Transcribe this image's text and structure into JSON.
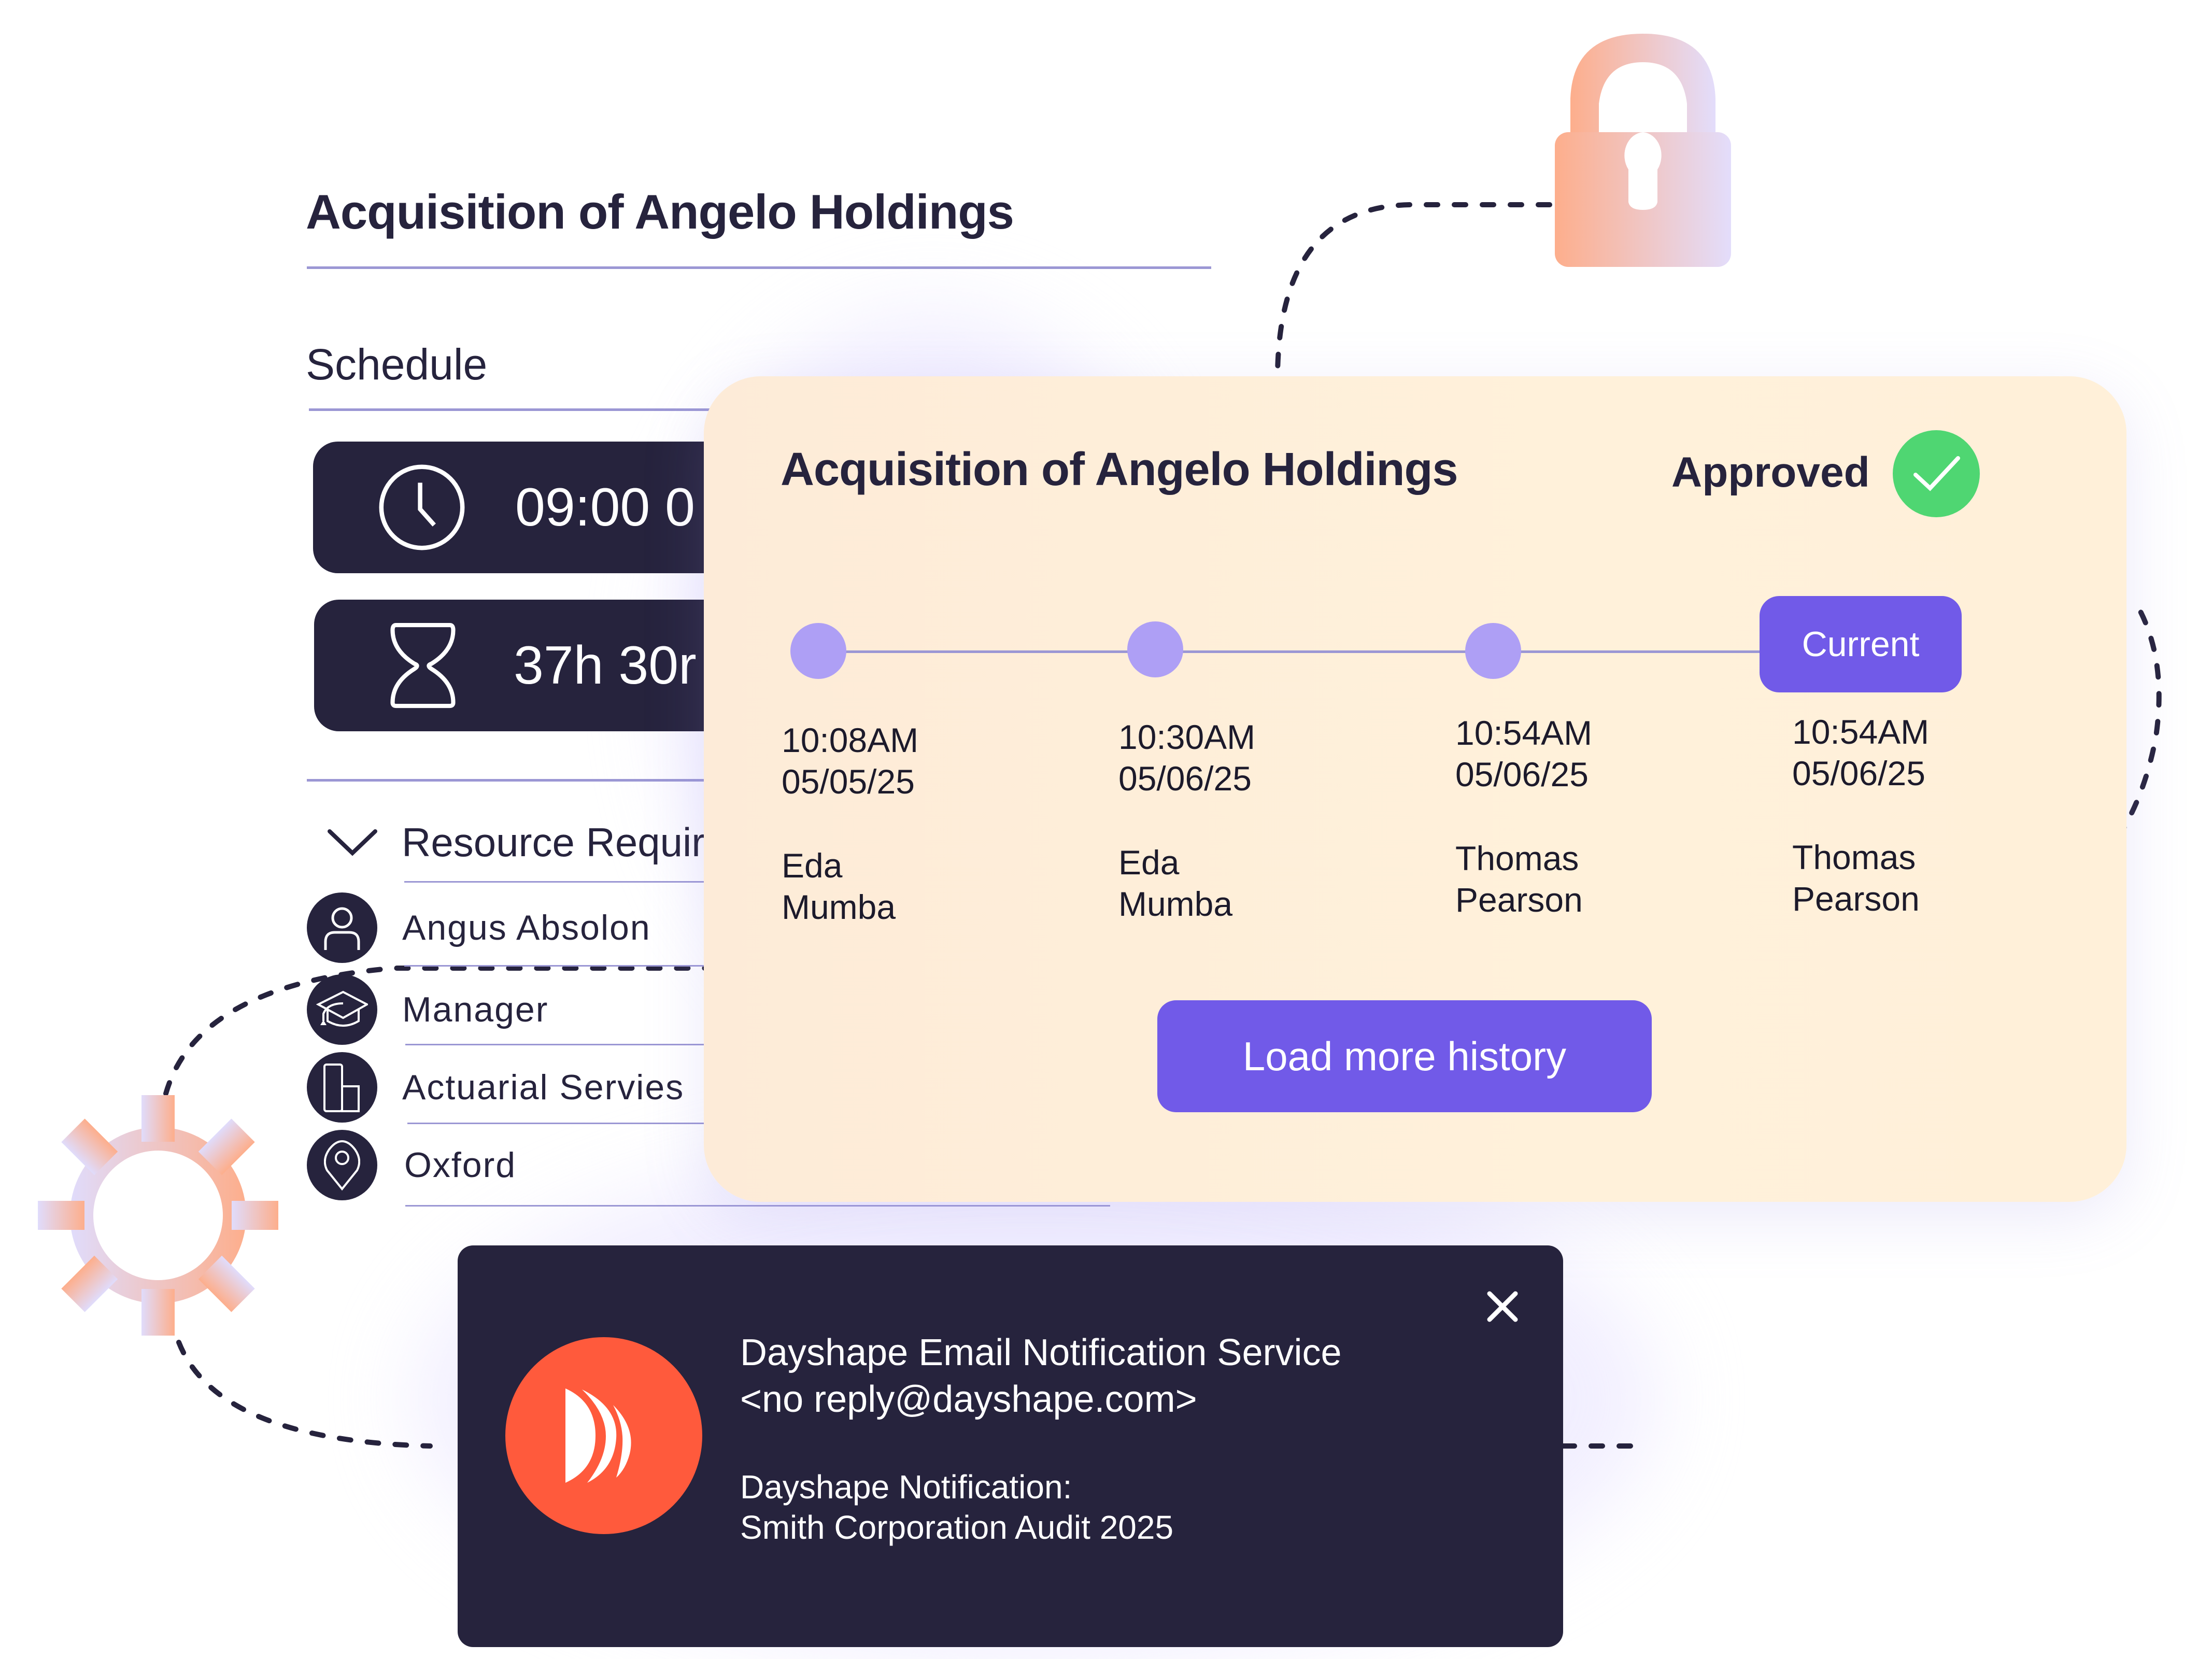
{
  "page": {
    "title": "Acquisition of Angelo Holdings",
    "schedule_label": "Schedule",
    "schedule": {
      "start_time": "09:00 0",
      "duration": "37h 30r"
    },
    "resource_section_label": "Resource Requir",
    "resources": [
      {
        "icon": "user-icon",
        "label": "Angus Absolon"
      },
      {
        "icon": "graduation-cap-icon",
        "label": "Manager"
      },
      {
        "icon": "building-icon",
        "label": "Actuarial Servies"
      },
      {
        "icon": "location-pin-icon",
        "label": "Oxford"
      }
    ]
  },
  "history_card": {
    "title": "Acquisition of Angelo Holdings",
    "status_label": "Approved",
    "status_icon": "check-icon",
    "status_color": "#4fd672",
    "current_label": "Current",
    "accent_color": "#715ae8",
    "entries": [
      {
        "time": "10:08AM",
        "date": "05/05/25",
        "first_name": "Eda",
        "last_name": "Mumba"
      },
      {
        "time": "10:30AM",
        "date": "05/06/25",
        "first_name": "Eda",
        "last_name": "Mumba"
      },
      {
        "time": "10:54AM",
        "date": "05/06/25",
        "first_name": "Thomas",
        "last_name": "Pearson"
      },
      {
        "time": "10:54AM",
        "date": "05/06/25",
        "first_name": "Thomas",
        "last_name": "Pearson"
      }
    ],
    "load_more_label": "Load more history"
  },
  "notification": {
    "logo_icon": "dayshape-logo-icon",
    "logo_color": "#ff5a3c",
    "sender_name": "Dayshape Email Notification Service",
    "sender_email": "<no reply@dayshape.com>",
    "subject_line1": "Dayshape Notification:",
    "subject_line2": "Smith Corporation Audit 2025",
    "close_icon": "close-icon"
  },
  "decorations": {
    "lock_icon": "lock-icon",
    "gear_icon": "gear-icon"
  }
}
